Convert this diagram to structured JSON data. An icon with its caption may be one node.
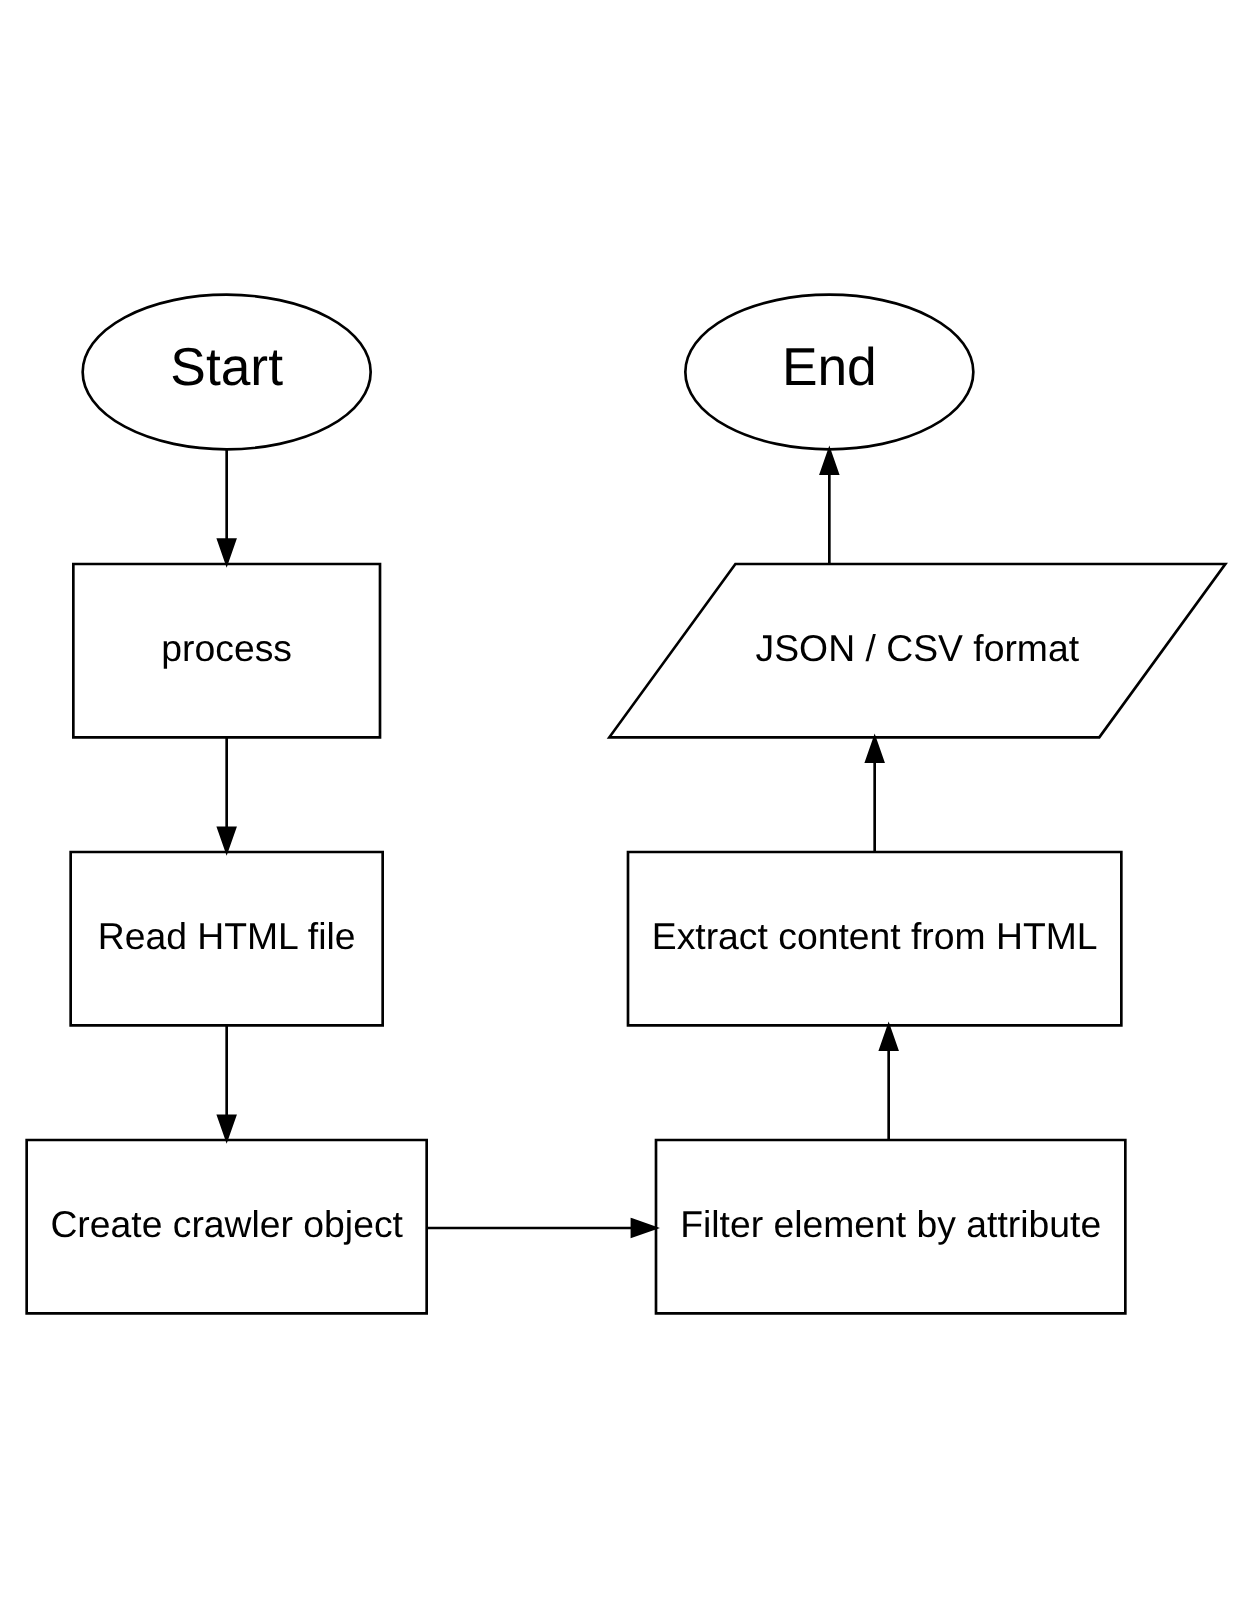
{
  "diagram": {
    "nodes": [
      {
        "text": [
          "Start"
        ]
      },
      {
        "text": [
          "process"
        ]
      },
      {
        "text": [
          "Read HTML file"
        ]
      },
      {
        "text": [
          "Create crawler object"
        ]
      },
      {
        "text": [
          "Filter element by attribute"
        ]
      },
      {
        "text": [
          "Extract content from HTML"
        ]
      },
      {
        "text": [
          "JSON / CSV format"
        ]
      },
      {
        "text": [
          "End"
        ]
      }
    ],
    "edges": [
      {
        "from": 0,
        "to": 1,
        "arrow": "to"
      },
      {
        "from": 1,
        "to": 2,
        "arrow": "to"
      },
      {
        "from": 2,
        "to": 3,
        "arrow": "to"
      },
      {
        "from": 3,
        "to": 4,
        "arrow": "to"
      },
      {
        "from": 4,
        "to": 5,
        "arrow": "to"
      },
      {
        "from": 5,
        "to": 6,
        "arrow": "to"
      },
      {
        "from": 6,
        "to": 7,
        "arrow": "to"
      }
    ]
  }
}
